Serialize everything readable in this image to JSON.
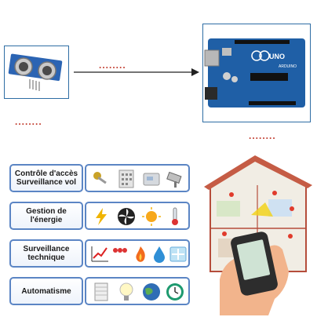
{
  "diagram": {
    "placeholder_top": "........",
    "placeholder_left": "........",
    "placeholder_right": "........",
    "arduino_brand": "ARDUINO",
    "arduino_model": "UNO"
  },
  "categories": [
    {
      "label": "Contrôle d'accès\nSurveillance vol",
      "icons": [
        "key-icon",
        "keypad-icon",
        "card-reader-icon",
        "camera-icon"
      ]
    },
    {
      "label": "Gestion de\nl'énergie",
      "icons": [
        "lightning-icon",
        "fan-icon",
        "sun-icon",
        "thermometer-icon"
      ]
    },
    {
      "label": "Surveillance\ntechnique",
      "icons": [
        "graph-icon",
        "detector-icon",
        "flame-icon",
        "water-drop-icon",
        "ice-icon"
      ]
    },
    {
      "label": "Automatisme",
      "icons": [
        "blinds-icon",
        "lightbulb-icon",
        "globe-icon",
        "clock-icon"
      ]
    }
  ],
  "colors": {
    "frame": "#2e6da4",
    "label_border": "#5b85c4",
    "dots": "#c0392b",
    "pcb": "#1f5fa6"
  }
}
